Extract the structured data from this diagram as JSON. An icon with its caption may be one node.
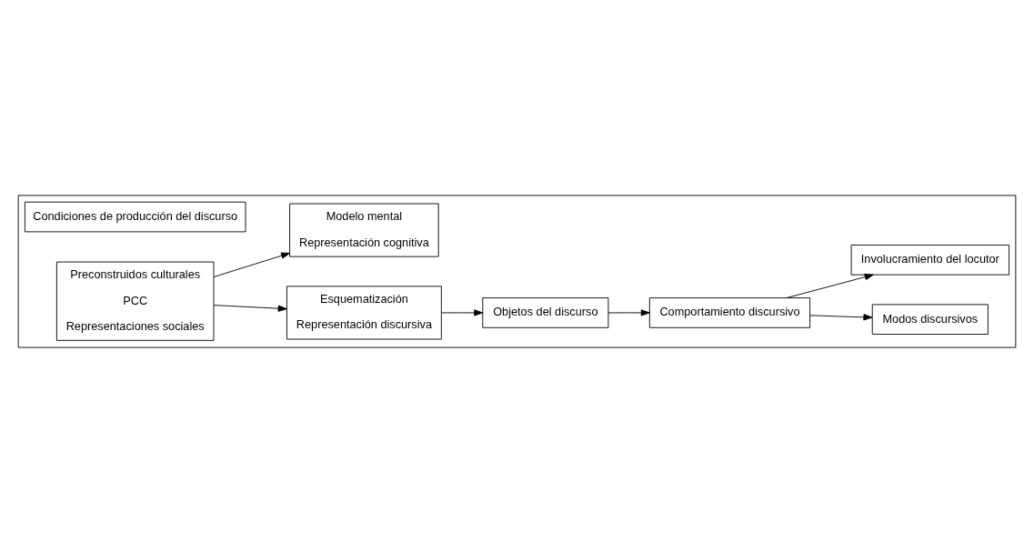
{
  "diagram": {
    "nodes": [
      {
        "text": [],
        "shape": "box"
      },
      {
        "text": [
          "Condiciones de producción del discurso"
        ],
        "in": 0
      },
      {
        "text": [
          "Preconstruidos culturales",
          "PCC",
          "Representaciones sociales"
        ],
        "in": 0
      },
      {
        "text": [
          "Esquematización",
          "Representación discursiva"
        ],
        "in": 0
      },
      {
        "text": [
          "Objetos del discurso"
        ],
        "in": 0
      },
      {
        "text": [
          "Modelo mental",
          "Representación cognitiva"
        ],
        "in": 0
      },
      {
        "text": [
          "Comportamiento discursivo"
        ],
        "in": 0
      },
      {
        "text": [
          "Modos discursivos"
        ],
        "in": 0
      },
      {
        "text": [
          "Involucramiento del locutor"
        ],
        "in": 0
      }
    ],
    "edges": [
      {
        "from": 2,
        "to": 3,
        "arrow": "to"
      },
      {
        "from": 3,
        "to": 4,
        "arrow": "to"
      },
      {
        "from": 4,
        "to": 6,
        "arrow": "to"
      },
      {
        "from": 2,
        "to": 5,
        "arrow": "to"
      },
      {
        "from": 6,
        "to": 7,
        "arrow": "to"
      },
      {
        "from": 6,
        "to": 8,
        "arrow": "to"
      }
    ]
  }
}
